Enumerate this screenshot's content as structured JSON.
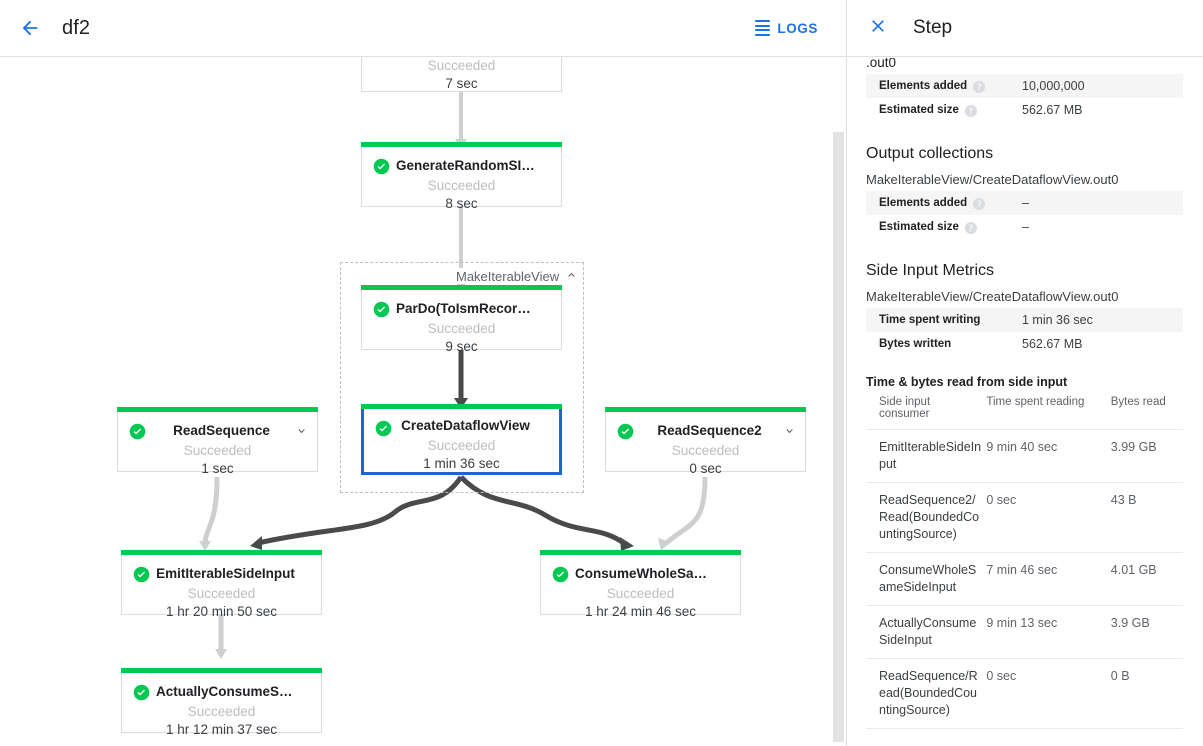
{
  "header": {
    "back_icon": "arrow-left-icon",
    "job_name": "df2",
    "logs_label": "LOGS",
    "logs_icon": "logs-lines-icon"
  },
  "graph": {
    "partial_node": {
      "status": "Succeeded",
      "time": "7 sec"
    },
    "group": {
      "label": "MakeIterableView",
      "chevron": "chevron-up-icon"
    },
    "nodes": [
      {
        "id": "generate-random-si-data",
        "title": "GenerateRandomSIData",
        "status": "Succeeded",
        "time": "8 sec",
        "check": "check-circle-icon",
        "chevron": null,
        "selected": false
      },
      {
        "id": "pardo-toismrecordfor",
        "title": "ParDo(ToIsmRecordFor…",
        "status": "Succeeded",
        "time": "9 sec",
        "check": "check-circle-icon",
        "chevron": null,
        "selected": false
      },
      {
        "id": "create-dataflow-view",
        "title": "CreateDataflowView",
        "status": "Succeeded",
        "time": "1 min 36 sec",
        "check": "check-circle-icon",
        "chevron": null,
        "selected": true
      },
      {
        "id": "read-sequence",
        "title": "ReadSequence",
        "status": "Succeeded",
        "time": "1 sec",
        "check": "check-circle-icon",
        "chevron": "chevron-down-icon",
        "selected": false
      },
      {
        "id": "read-sequence-2",
        "title": "ReadSequence2",
        "status": "Succeeded",
        "time": "0 sec",
        "check": "check-circle-icon",
        "chevron": "chevron-down-icon",
        "selected": false
      },
      {
        "id": "emit-iterable-side-input",
        "title": "EmitIterableSideInput",
        "status": "Succeeded",
        "time": "1 hr 20 min 50 sec",
        "check": "check-circle-icon",
        "chevron": null,
        "selected": false
      },
      {
        "id": "consume-whole-same-side-input",
        "title": "ConsumeWholeSameSi…",
        "status": "Succeeded",
        "time": "1 hr 24 min 46 sec",
        "check": "check-circle-icon",
        "chevron": null,
        "selected": false
      },
      {
        "id": "actually-consume-side-input",
        "title": "ActuallyConsumeSideI…",
        "status": "Succeeded",
        "time": "1 hr 12 min 37 sec",
        "check": "check-circle-icon",
        "chevron": null,
        "selected": false
      }
    ]
  },
  "panel": {
    "close_icon": "close-icon",
    "title": "Step",
    "cut_text": ".out0",
    "input_metrics": [
      {
        "label": "Elements added",
        "value": "10,000,000"
      },
      {
        "label": "Estimated size",
        "value": "562.67 MB"
      }
    ],
    "output_collections": {
      "heading": "Output collections",
      "collection": "MakeIterableView/CreateDataflowView.out0",
      "metrics": [
        {
          "label": "Elements added",
          "value": "–"
        },
        {
          "label": "Estimated size",
          "value": "–"
        }
      ]
    },
    "side_input_metrics": {
      "heading": "Side Input Metrics",
      "collection": "MakeIterableView/CreateDataflowView.out0",
      "metrics": [
        {
          "label": "Time spent writing",
          "value": "1 min 36 sec"
        },
        {
          "label": "Bytes written",
          "value": "562.67 MB"
        }
      ],
      "table_heading": "Time & bytes read from side input",
      "columns": [
        "Side input consumer",
        "Time spent reading",
        "Bytes read"
      ],
      "rows": [
        {
          "consumer": "EmitIterableSideInput",
          "time": "9 min 40 sec",
          "bytes": "3.99 GB"
        },
        {
          "consumer": "ReadSequence2/Read(BoundedCountingSource)",
          "time": "0 sec",
          "bytes": "43 B"
        },
        {
          "consumer": "ConsumeWholeSameSideInput",
          "time": "7 min 46 sec",
          "bytes": "4.01 GB"
        },
        {
          "consumer": "ActuallyConsumeSideInput",
          "time": "9 min 13 sec",
          "bytes": "3.9 GB"
        },
        {
          "consumer": "ReadSequence/Read(BoundedCountingSource)",
          "time": "0 sec",
          "bytes": "0 B"
        }
      ]
    }
  },
  "colors": {
    "accent_blue": "#1a73e8",
    "selected_blue": "#1967d2",
    "success_green": "#00c853",
    "edge_dark": "#4a4a4a",
    "edge_light": "#cfcfcf"
  }
}
